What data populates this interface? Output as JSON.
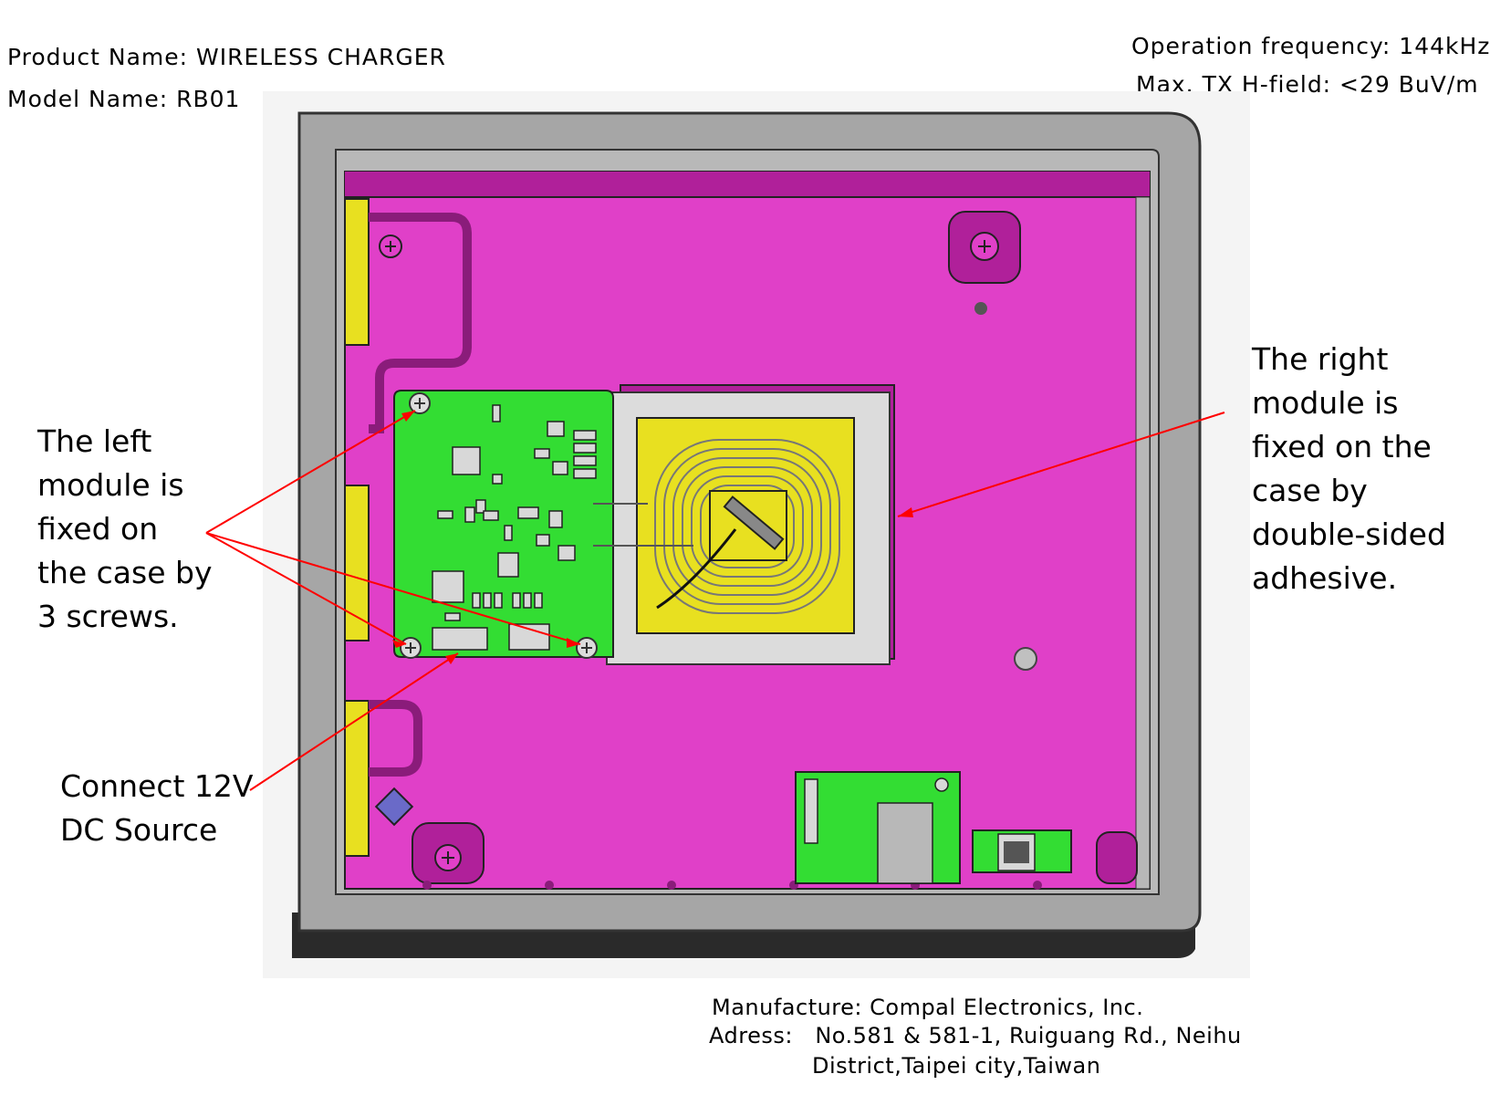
{
  "header": {
    "product_name": "Product Name: WIRELESS CHARGER",
    "model_name": "Model Name: RB01",
    "operation_frequency": "Operation frequency: 144kHz",
    "max_tx_field": "Max. TX H-field: <29 BuV/m"
  },
  "annotations": {
    "left_module": [
      "The left",
      "module is",
      "fixed on",
      "the case by",
      "3 screws."
    ],
    "right_module": [
      "The right",
      "module is",
      "fixed on the",
      "case by",
      "double-sided",
      "adhesive."
    ],
    "connect": [
      "Connect 12V",
      "DC Source"
    ]
  },
  "footer": {
    "manufacture": "Manufacture: Compal Electronics, Inc.",
    "address_line1": "Adress:   No.581 & 581-1, Ruiguang Rd., Neihu",
    "address_line2": "District,Taipei city,Taiwan"
  },
  "colors": {
    "case_gray": "#a8a8a8",
    "inner_magenta": "#e040c8",
    "pcb_green": "#33dd33",
    "coil_yellow": "#e8e020",
    "pointer_red": "#ff0000"
  }
}
